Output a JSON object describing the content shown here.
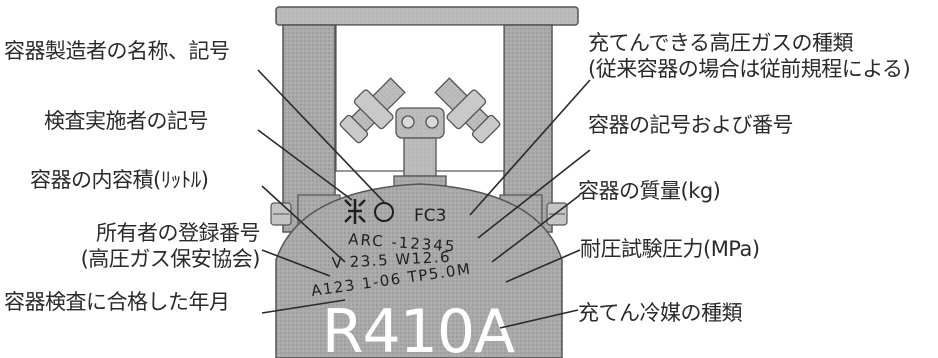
{
  "labels_left": [
    {
      "id": "manufacturer",
      "lines": [
        "容器製造者の名称、記号"
      ]
    },
    {
      "id": "inspector",
      "lines": [
        "検査実施者の記号"
      ]
    },
    {
      "id": "volume",
      "lines": [
        "容器の内容積(ﾘｯﾄﾙ)"
      ]
    },
    {
      "id": "owner",
      "lines": [
        "所有者の登録番号",
        "(高圧ガス保安協会)"
      ]
    },
    {
      "id": "inspection_date",
      "lines": [
        "容器検査に合格した年月"
      ]
    }
  ],
  "labels_right": [
    {
      "id": "gas_type",
      "lines": [
        "充てんできる高圧ガスの種類",
        "(従来容器の場合は従前規程による)"
      ]
    },
    {
      "id": "container_id",
      "lines": [
        "容器の記号および番号"
      ]
    },
    {
      "id": "mass",
      "lines": [
        "容器の質量(kg)"
      ]
    },
    {
      "id": "test_pressure",
      "lines": [
        "耐圧試験圧力(MPa)"
      ]
    },
    {
      "id": "refrigerant_type",
      "lines": [
        "充てん冷媒の種類"
      ]
    }
  ],
  "stamps": {
    "fc3": "FC3",
    "arc": "ARC -12345",
    "volume_mass": "V 23.5  W12.6",
    "owner_date_pressure": "A123 1-06 TP5.0M",
    "refrigerant": "R410A"
  }
}
